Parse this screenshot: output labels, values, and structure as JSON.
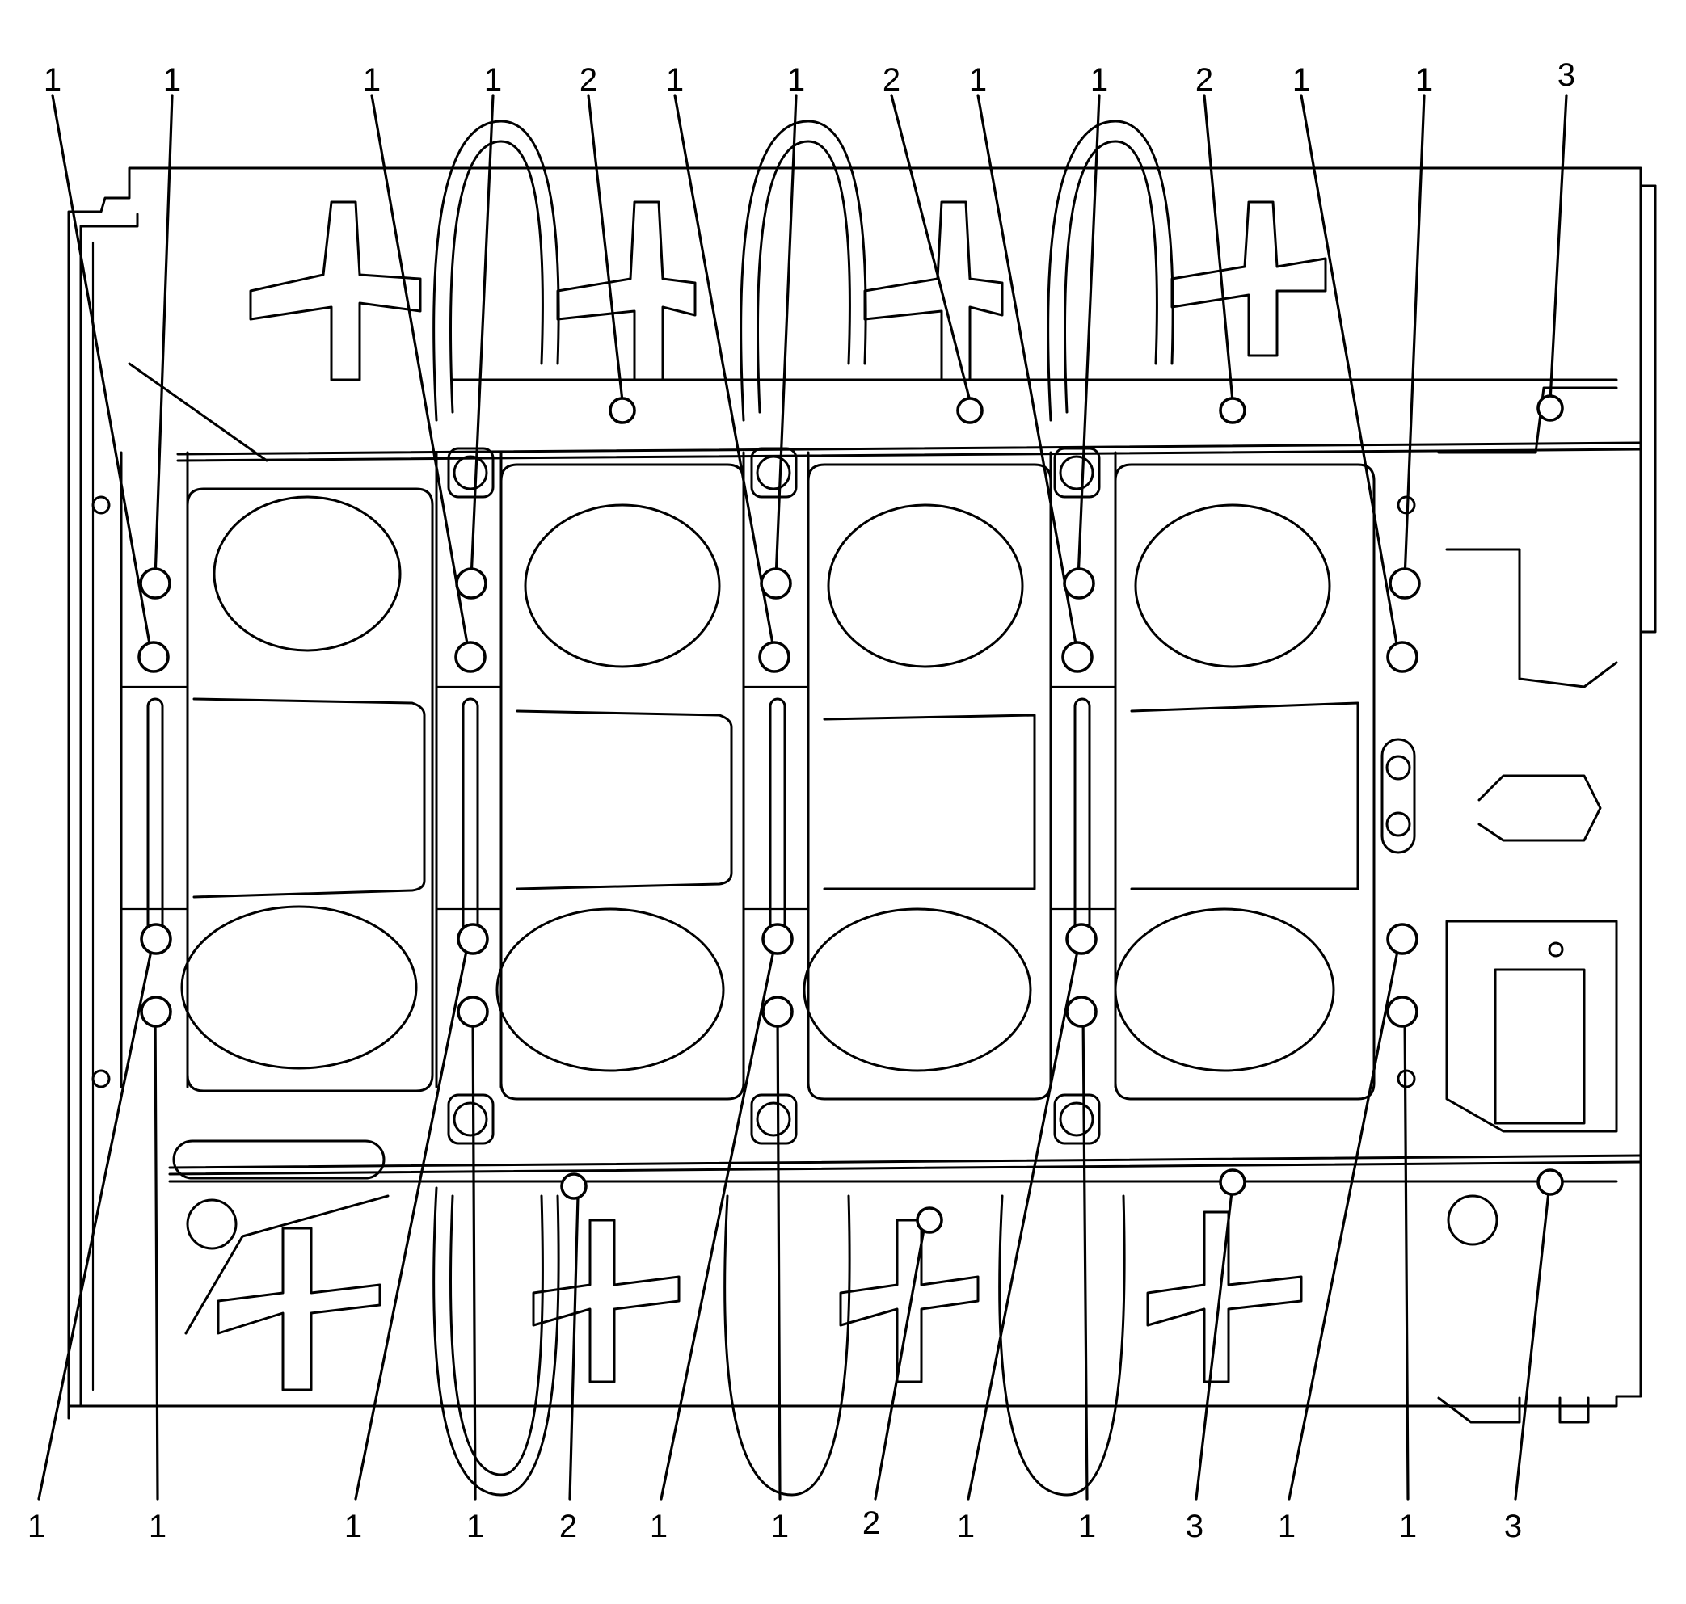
{
  "callouts": [
    {
      "label": "1"
    },
    {
      "label": "1"
    },
    {
      "label": "1"
    },
    {
      "label": "1"
    },
    {
      "label": "2"
    },
    {
      "label": "1"
    },
    {
      "label": "1"
    },
    {
      "label": "2"
    },
    {
      "label": "1"
    },
    {
      "label": "1"
    },
    {
      "label": "2"
    },
    {
      "label": "1"
    },
    {
      "label": "1"
    },
    {
      "label": "3"
    },
    {
      "label": "1"
    },
    {
      "label": "1"
    },
    {
      "label": "1"
    },
    {
      "label": "1"
    },
    {
      "label": "2"
    },
    {
      "label": "1"
    },
    {
      "label": "1"
    },
    {
      "label": "2"
    },
    {
      "label": "1"
    },
    {
      "label": "1"
    },
    {
      "label": "3"
    },
    {
      "label": "1"
    },
    {
      "label": "1"
    },
    {
      "label": "3"
    }
  ]
}
